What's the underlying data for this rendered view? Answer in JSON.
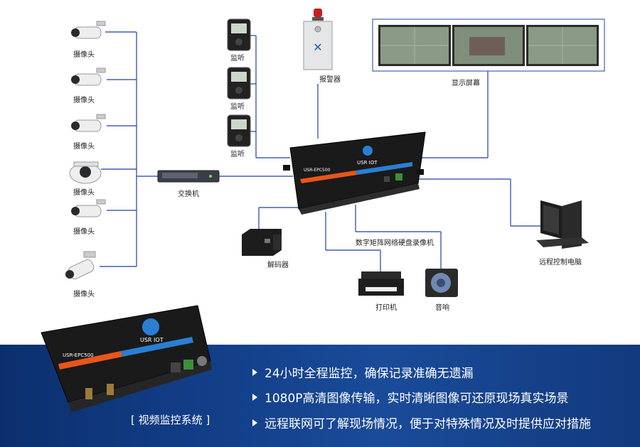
{
  "cameras": [
    "摄像头",
    "摄像头",
    "摄像头",
    "摄像头",
    "摄像头",
    "摄像头"
  ],
  "switch": "交换机",
  "monitors": [
    "监听",
    "监听",
    "监听"
  ],
  "alarm": "报警器",
  "display": "显示屏幕",
  "nvr": {
    "label": "数字矩阵网络硬盘录像机",
    "brand": "USR IOT",
    "model": "USR-EPC500"
  },
  "decoder": "解码器",
  "printer": "打印机",
  "speaker": "音响",
  "pc": "远程控制电脑",
  "system_title": "[ 视频监控系统 ]",
  "features": [
    "24小时全程监控，确保记录准确无遗漏",
    "1080P高清图像传输，实时清晰图像可还原现场真实场景",
    "远程联网可了解现场情况，便于对特殊情况及时提供应对措施"
  ],
  "colors": {
    "line": "#1f3fa8",
    "banner": "#123d86",
    "device": "#1a1a1a",
    "accent_orange": "#e8561a",
    "accent_blue": "#2a7fd4"
  }
}
